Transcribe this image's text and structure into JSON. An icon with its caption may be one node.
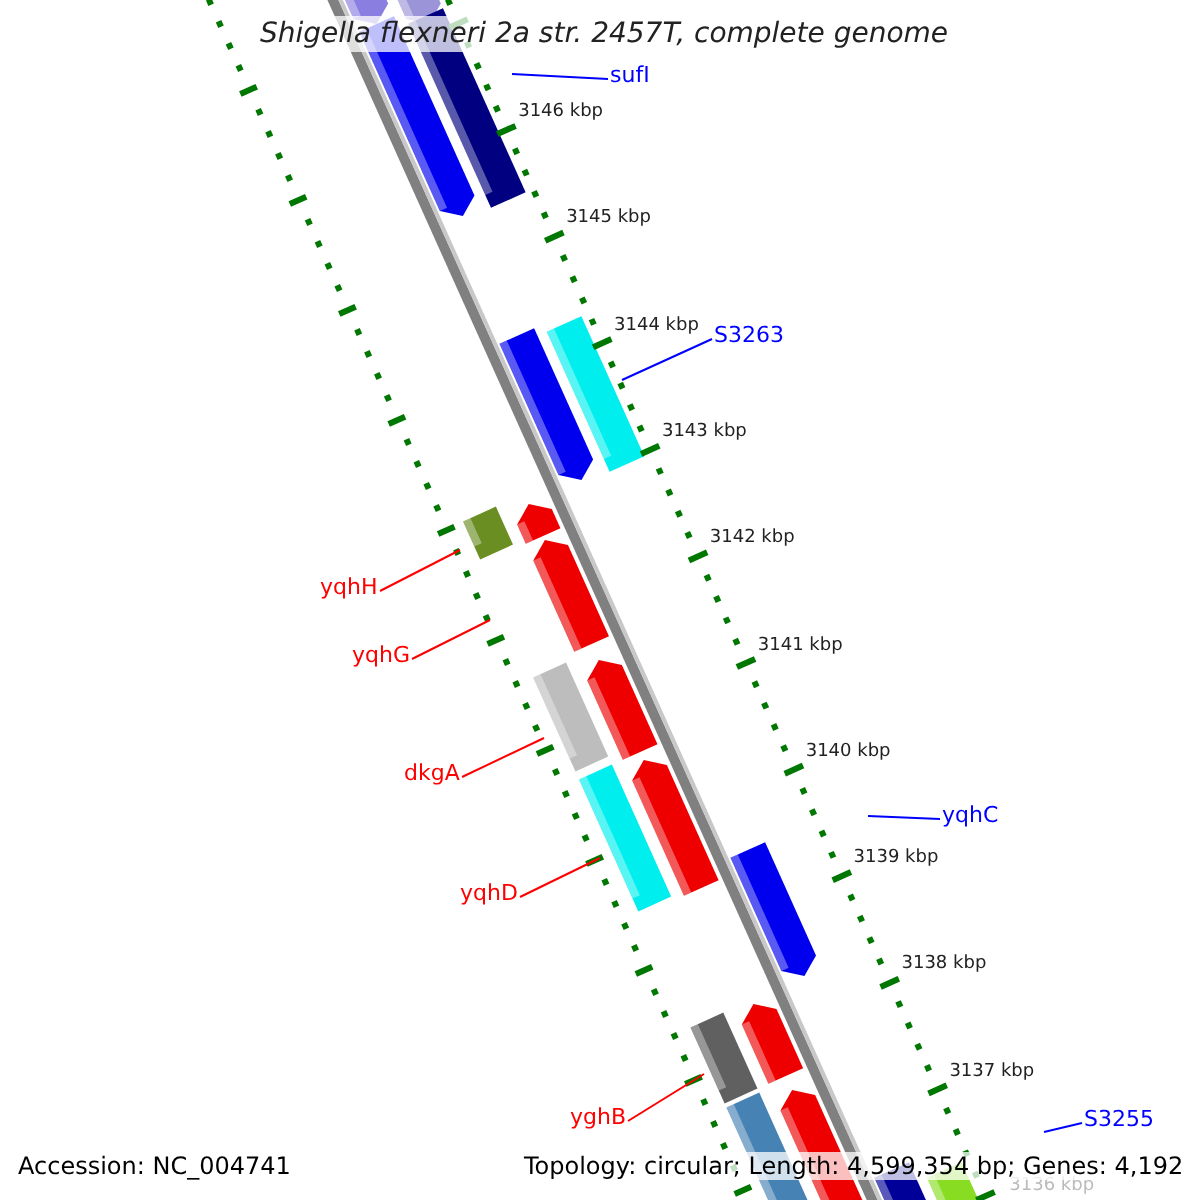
{
  "diagram": {
    "title": "Shigella flexneri 2a str. 2457T, complete genome",
    "nodes": [
      {
        "text": [
          "sufI"
        ]
      },
      {
        "text": [
          "S3263"
        ]
      },
      {
        "text": [
          "yqhH"
        ]
      },
      {
        "text": [
          "yqhG"
        ]
      },
      {
        "text": [
          "dkgA"
        ]
      },
      {
        "text": [
          "yqhD"
        ]
      },
      {
        "text": [
          "yqhC"
        ]
      },
      {
        "text": [
          "yghB"
        ]
      },
      {
        "text": [
          "S3255"
        ]
      }
    ],
    "edges": [
      {
        "from": 0,
        "to": null,
        "arrow": "none",
        "color": "#0000ff"
      },
      {
        "from": 1,
        "to": null,
        "arrow": "none",
        "color": "#0000ff"
      },
      {
        "from": 2,
        "to": null,
        "arrow": "none"
      },
      {
        "from": 3,
        "to": null,
        "arrow": "none"
      },
      {
        "from": 4,
        "to": null,
        "arrow": "none"
      },
      {
        "from": 5,
        "to": null,
        "arrow": "none"
      },
      {
        "from": 6,
        "to": null,
        "arrow": "none",
        "color": "#0000ff"
      },
      {
        "from": 7,
        "to": null,
        "arrow": "none"
      },
      {
        "from": 8,
        "to": null,
        "arrow": "none",
        "color": "#0000ff"
      }
    ],
    "labels": [
      "3146 kbp",
      "3145 kbp",
      "3144 kbp",
      "3143 kbp",
      "3142 kbp",
      "3141 kbp",
      "3140 kbp",
      "3139 kbp",
      "3138 kbp",
      "3137 kbp",
      "3136 kbp",
      "Accession: NC_004741",
      "Topology: circular; Length: 4,599,354 bp; Genes: 4,192"
    ]
  }
}
